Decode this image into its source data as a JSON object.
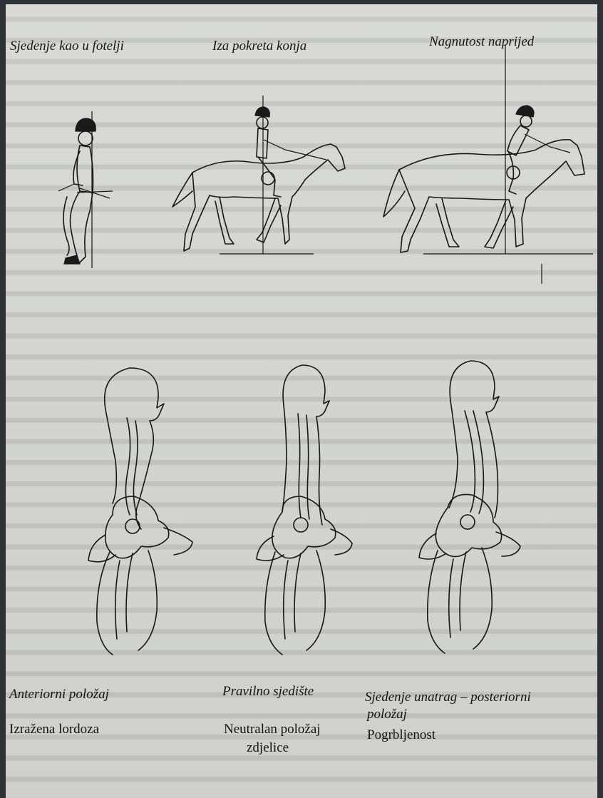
{
  "top_captions": {
    "left": "Sjedenje kao u fotelji",
    "middle": "Iza pokreta konja",
    "right": "Nagnutost naprijed"
  },
  "bottom_captions": {
    "left_title": "Anteriorni položaj",
    "left_desc": "Izražena lordoza",
    "middle_title": "Pravilno sjedište",
    "middle_desc_line1": "Neutralan položaj",
    "middle_desc_line2": "zdjelice",
    "right_title_line1": "Sjedenje unatrag – posteriorni",
    "right_title_line2": "položaj",
    "right_desc": "Pogrbljenost"
  }
}
